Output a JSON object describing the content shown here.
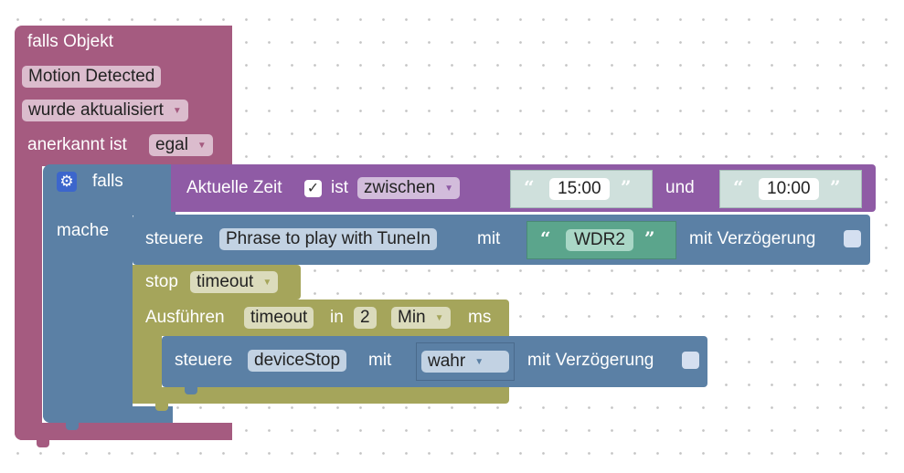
{
  "trigger_block": {
    "label_object": "falls Objekt",
    "object_id": "Motion Detected",
    "event": "wurde aktualisiert",
    "ack_label": "anerkannt ist",
    "ack_value": "egal"
  },
  "if_block": {
    "if_label": "falls",
    "do_label": "mache",
    "condition": {
      "label": "Aktuelle Zeit",
      "check": "✓",
      "is_label": "ist",
      "operator": "zwischen",
      "start_time": "15:00",
      "and_label": "und",
      "end_time": "10:00"
    }
  },
  "control_block": {
    "label": "steuere",
    "target": "Phrase to play with TuneIn",
    "with_label": "mit",
    "value": "WDR2",
    "delay_label": "mit Verzögerung"
  },
  "stop_block": {
    "label": "stop",
    "timer": "timeout"
  },
  "timeout_block": {
    "label": "Ausführen",
    "timer": "timeout",
    "in_label": "in",
    "amount": "2",
    "unit": "Min",
    "ms_label": "ms"
  },
  "inner_control": {
    "label": "steuere",
    "target": "deviceStop",
    "with_label": "mit",
    "value": "wahr",
    "delay_label": "mit Verzögerung"
  },
  "icons": {
    "gear": "gear-icon",
    "dropdown": "dropdown-arrow-icon",
    "quote_open": "“",
    "quote_close": "”",
    "arrow_glyph": "▼",
    "gear_glyph": "⚙"
  },
  "colors": {
    "trigger": "#a55b80",
    "logic": "#5b80a5",
    "time": "#8f5ba5",
    "timer": "#a5a55b",
    "text_literal": "#5ba58c"
  }
}
